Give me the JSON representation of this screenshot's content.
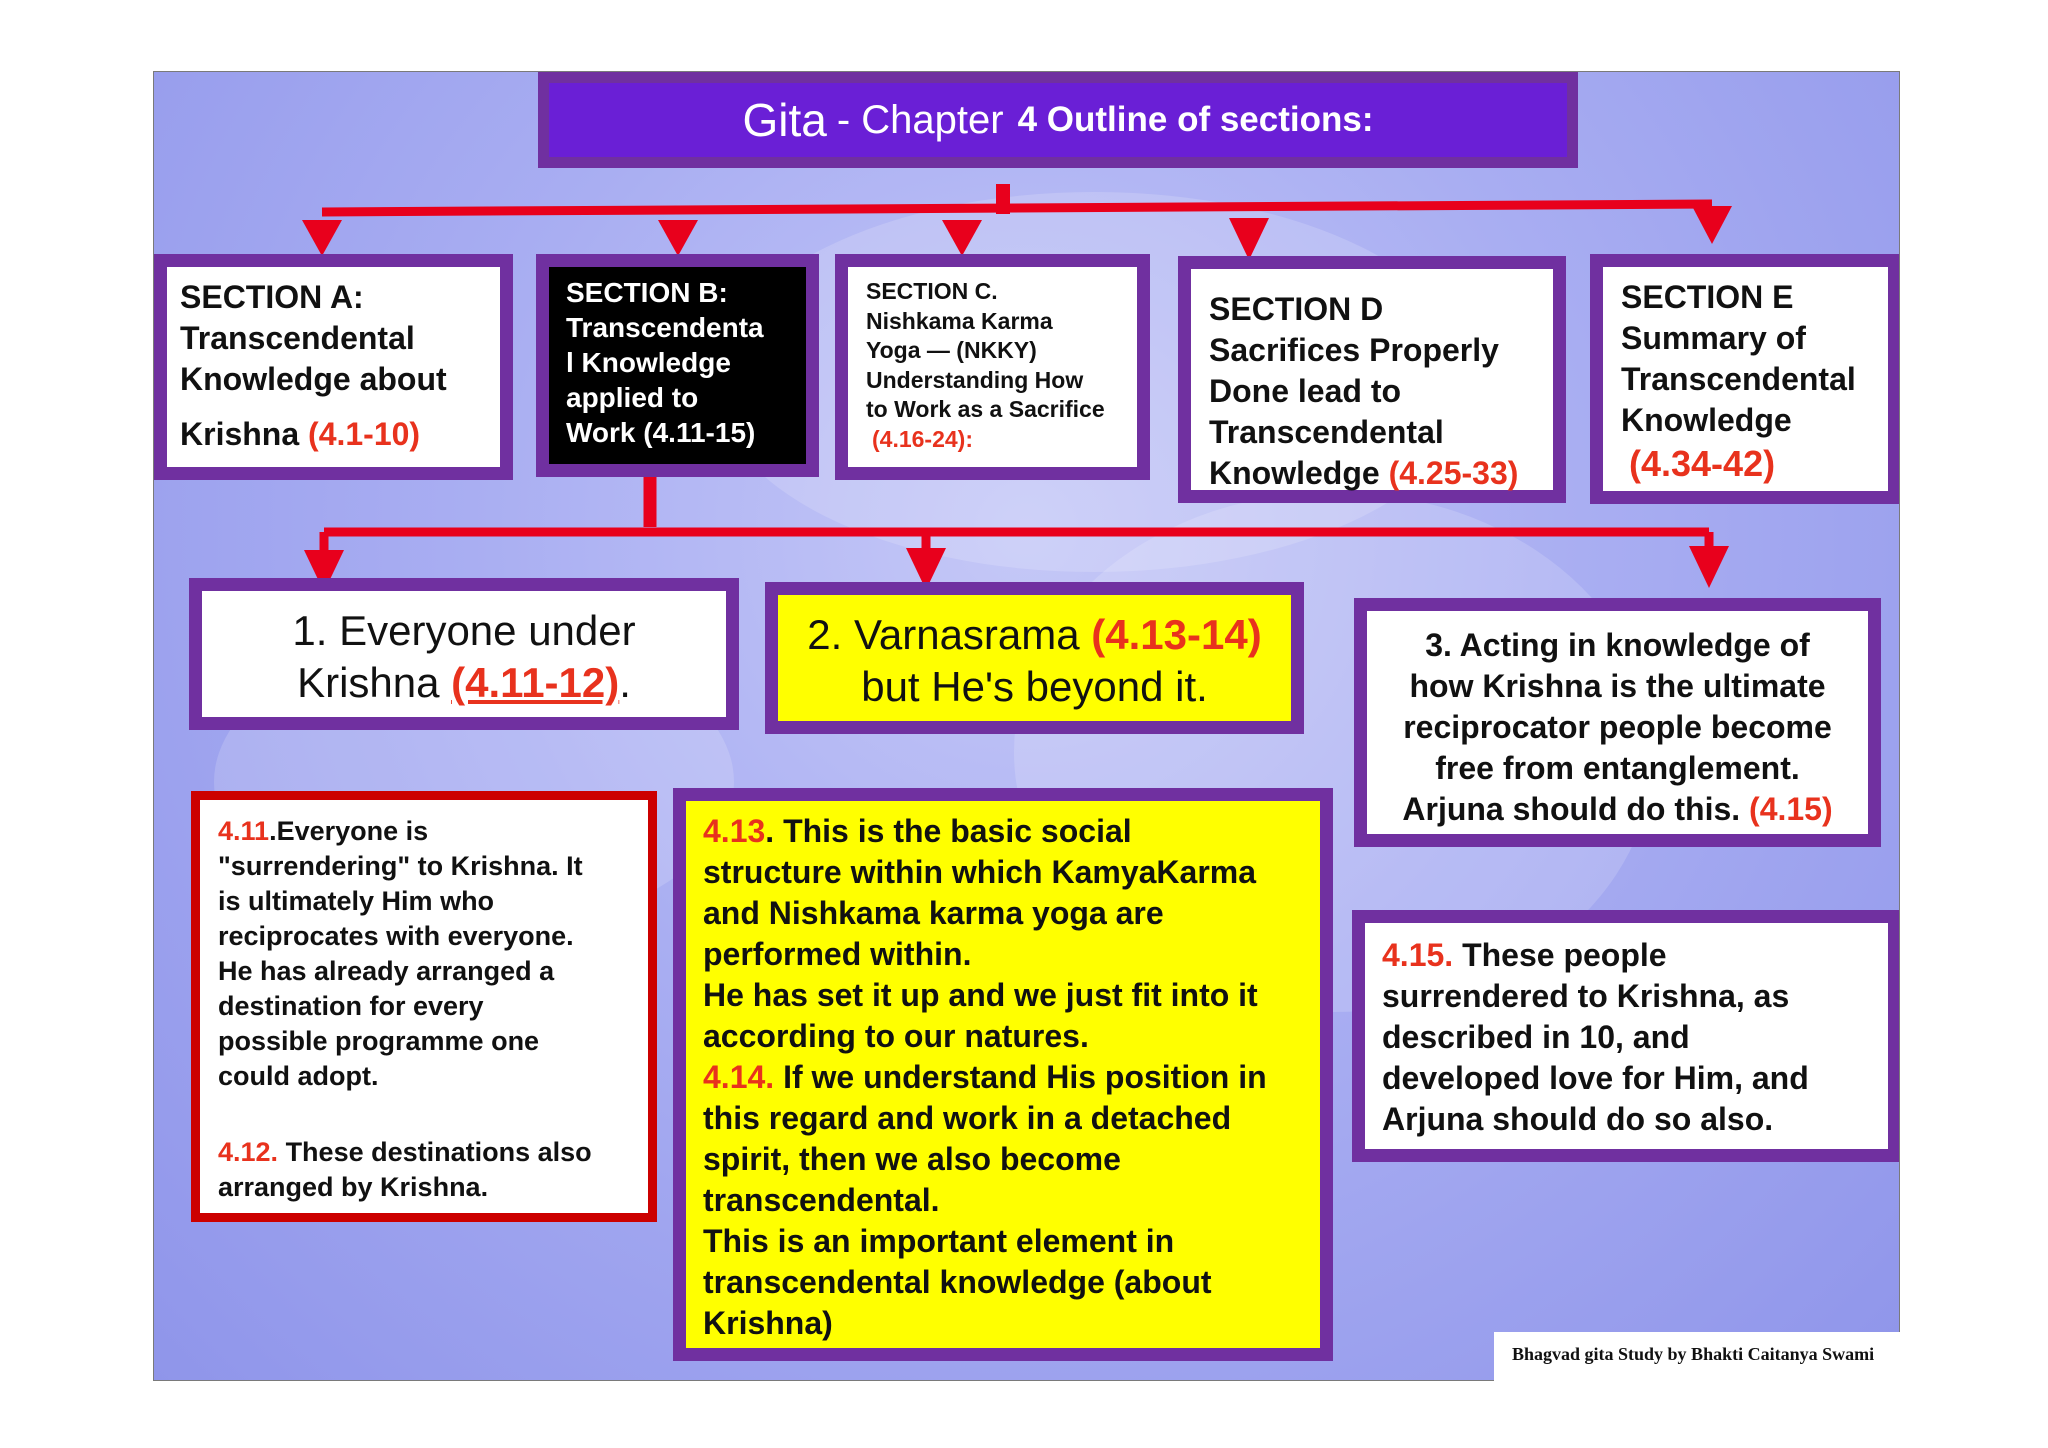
{
  "title": {
    "part1": "Gita",
    "part2": "- Chapter",
    "part3": "4 Outline of sections:"
  },
  "sections": {
    "a": {
      "label": "SECTION A:",
      "body": "Transcendental\nKnowledge about",
      "name": "Krishna",
      "ref": "(4.1-10)"
    },
    "b": {
      "label": "SECTION B:",
      "body": "Transcendenta\nl Knowledge\napplied to\nWork (4.11-15)"
    },
    "c": {
      "label": "SECTION C.",
      "body": "Nishkama Karma\nYoga — (NKKY)\nUnderstanding How\nto Work as a Sacrifice",
      "ref": "(4.16-24):"
    },
    "d": {
      "label": "SECTION D",
      "body": "Sacrifices Properly\nDone lead to\nTranscendental\nKnowledge",
      "ref": "(4.25-33)"
    },
    "e": {
      "label": "SECTION E",
      "body": "Summary of\nTranscendental\nKnowledge",
      "ref": "(4.34-42)"
    }
  },
  "subsections": {
    "one": {
      "text1": "1. Everyone under",
      "text2": "Krishna",
      "ref": "(4.11-12)",
      "tail": "."
    },
    "two": {
      "text1": "2. Varnasrama",
      "ref": "(4.13-14)",
      "text2": "but He's beyond it."
    },
    "three": {
      "text": "3. Acting in knowledge of\nhow Krishna is the ultimate\nreciprocator people become\nfree from entanglement.",
      "last": "Arjuna should do this.",
      "ref": "(4.15)"
    }
  },
  "details": {
    "d411": {
      "ref": "4.11",
      "text": ".Everyone is\n\"surrendering\" to Krishna. It\nis ultimately Him who\nreciprocates with everyone.\nHe has already arranged a\ndestination for every\npossible programme one\ncould adopt."
    },
    "d412": {
      "ref": "4.12.",
      "text": " These destinations also\narranged by Krishna."
    },
    "d413": {
      "ref": "4.13",
      "text": ". This is the basic social\nstructure within which KamyaKarma\nand Nishkama karma yoga are\nperformed within.\nHe has set it up and we just fit into it\naccording to our natures."
    },
    "d414": {
      "ref": "4.14.",
      "text": " If we understand His position in\nthis regard and work in a detached\nspirit, then we also become\ntranscendental.\nThis is an important element in\ntranscendental knowledge  (about\nKrishna)"
    },
    "d415": {
      "ref": "4.15.",
      "text": " These people\nsurrendered to Krishna, as\ndescribed in 10, and\ndeveloped love for Him, and\nArjuna should do so also."
    }
  },
  "footer": "Bhagvad gita Study by Bhakti Caitanya Swami",
  "colors": {
    "purple_border": "#7030a0",
    "title_fill": "#6a1fd6",
    "ref_red": "#e8321d",
    "connector_red": "#e8001c",
    "highlight_yellow": "#ffff00",
    "detail_red_border": "#cc0000"
  }
}
